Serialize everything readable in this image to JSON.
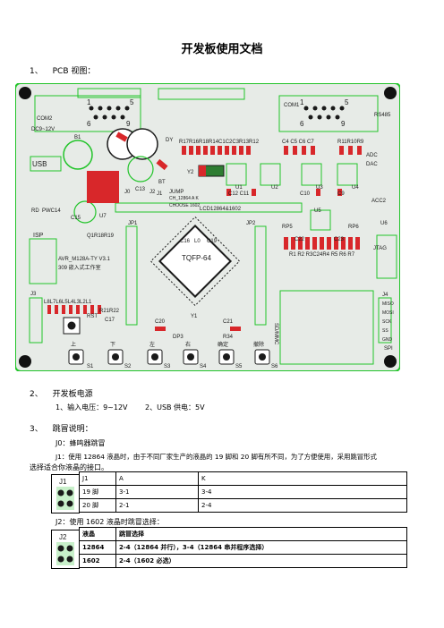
{
  "title": "开发板使用文档",
  "section1": {
    "num": "1、",
    "label": "PCB 视图："
  },
  "board": {
    "labels": {
      "com2": "COM2",
      "com1": "COM1",
      "dc": "DC9~12V",
      "usb": "USB",
      "rs485": "RS485",
      "b1": "B1",
      "bt": "BT",
      "c13": "C13",
      "dy": "DY",
      "rrow1": "R17R16R18R14C1C2C3R13R12",
      "c4c7": "C4 C5 C6 C7",
      "r11": "R11R10R9",
      "adc": "ADC",
      "dac": "DAC",
      "y2": "Y2",
      "u1": "U1",
      "c12c11": "C12 C11",
      "u2": "U2",
      "c10": "C10",
      "u3": "U3",
      "c9": "C9",
      "u4": "U4",
      "acc2": "ACC2",
      "u5": "U5",
      "u6": "U6",
      "j0": "J0",
      "j1": "J1",
      "j2": "J2",
      "jump": "JUMP",
      "ch12864": "CH_12864 A K",
      "choose": "CHOOSE 1602",
      "lcd": "LCD12864&1602",
      "rd": "RD",
      "pwc14": "PWC14",
      "r1r8": "R1 R2 R3C24R4 R5 R6 R7",
      "rp5": "RP5",
      "rp6": "RP6",
      "c22": "C22",
      "c23": "C23",
      "jtag": "JTAG",
      "c15": "C15",
      "u7": "U7",
      "isp": "ISP",
      "jp1": "JP1",
      "jp2": "JP2",
      "q1": "Q1R18R19",
      "c16": "C16",
      "l0": "L0",
      "c19": "C19",
      "avr": "AVR_M128A-TY V3.1",
      "embed": "309 嵌入式工作室",
      "tqfp": "TQFP-64",
      "j3": "J3",
      "j4": "J4",
      "leds": "L8L7L6L5L4L3L2L1",
      "rrow2": "R21R22",
      "rst": "RST",
      "c17": "C17",
      "c20": "C20",
      "c21": "C21",
      "y1": "Y1",
      "dp3": "DP3",
      "r34": "R34",
      "mmc": "SD/MMC",
      "spi": "SPI",
      "miso": "MISO",
      "mosi": "MOSI",
      "sck": "SCK",
      "ss": "SS",
      "gnd": "GND",
      "up": "上",
      "down": "下",
      "left": "左",
      "right": "右",
      "ok": "确定",
      "cancel": "撤除",
      "s1": "S1",
      "s2": "S2",
      "s3": "S3",
      "s4": "S4",
      "s5": "S5",
      "s6": "S6",
      "n1": "1",
      "n5": "5",
      "n6": "6",
      "n9": "9",
      "n6b": "6",
      "n9b": "9",
      "n1b": "1",
      "n5b": "5"
    },
    "colors": {
      "bg": "#e7ebe7",
      "silk": "#22c42a",
      "pad": "#1a1a1a",
      "red": "#d8272a",
      "dark": "#3a3a3a"
    }
  },
  "section2": {
    "num": "2、",
    "label": "开发板电源",
    "item1": "1、输入电压：9~12V",
    "item2": "2、USB 供电：5V"
  },
  "section3": {
    "num": "3、",
    "label": "跳冒说明：",
    "j0": "J0：蜂鸣器跳冒",
    "j1_line1": "J1：使用 12864 液晶时，由于不同厂家生产的液晶的 19 脚和 20 脚有所不同，为了方便使用，采用跳冒形式",
    "j1_line2": "选择适合你液晶的接口。",
    "table1": {
      "image_label": "J1",
      "headers": [
        "J1",
        "A",
        "K"
      ],
      "rows": [
        [
          "19 脚",
          "3-1",
          "3-4"
        ],
        [
          "20 脚",
          "2-1",
          "2-4"
        ]
      ]
    },
    "j2_line": "J2：使用 1602 液晶时跳冒选择：",
    "table2": {
      "image_label": "J2",
      "headers": [
        "液晶",
        "跳冒选择"
      ],
      "rows": [
        [
          "12864",
          "2-4（12864 并行），3-4（12864 串并程序选择）"
        ],
        [
          "1602",
          "2-4（1602 必选）"
        ]
      ]
    }
  }
}
